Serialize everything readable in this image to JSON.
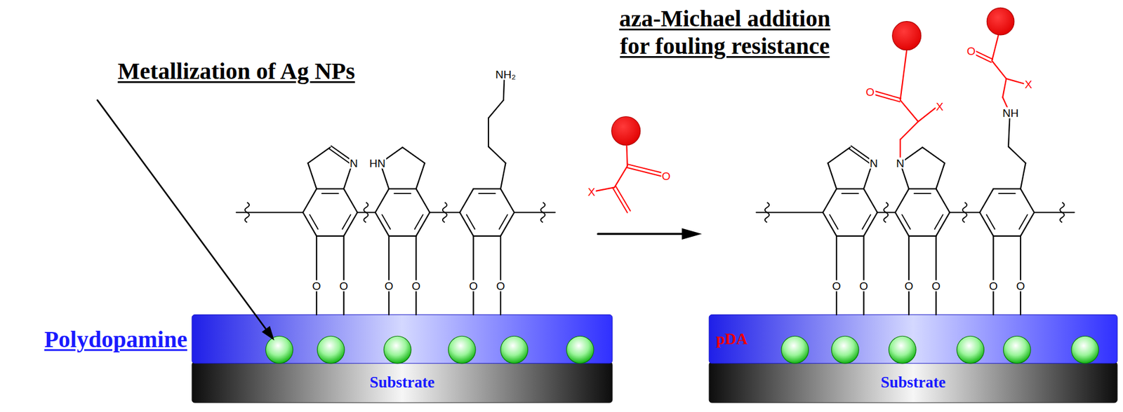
{
  "diagram": {
    "title": "aza-Michael addition for fouling resistance",
    "nodes": [
      {
        "text": [
          "Polydopamine"
        ]
      },
      {
        "text": [
          "Substrate"
        ]
      },
      {
        "text": [
          "pDA"
        ]
      },
      {
        "text": [
          "Substrate"
        ]
      }
    ],
    "labels": [
      "Metallization of Ag NPs",
      "NH₂",
      "N",
      "HN",
      "O",
      "O",
      "O",
      "O",
      "O",
      "O",
      "O",
      "X",
      "O",
      "X",
      "O",
      "X",
      "NH",
      "N",
      "N",
      "O",
      "O",
      "O",
      "O",
      "O",
      "O"
    ]
  }
}
